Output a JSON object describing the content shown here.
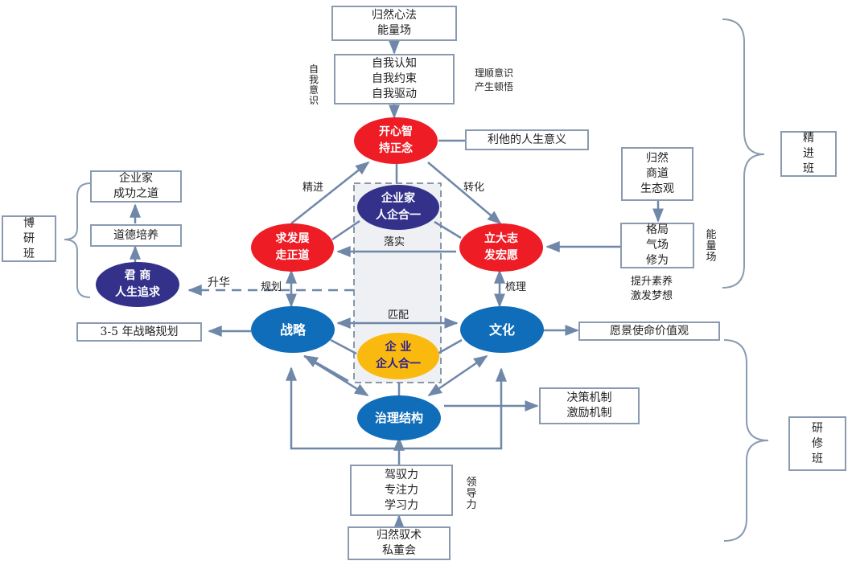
{
  "colors": {
    "red": "#ee1c25",
    "navy": "#33318a",
    "blue": "#0f6dba",
    "gold": "#f9b90f",
    "arrow": "#6f87a8",
    "box_border": "#8a9bb0"
  },
  "boxes": {
    "guiran_xinfa": "归然心法\n能量场",
    "self": "自我认知\n自我约束\n自我驱动",
    "altruism": "利他的人生意义",
    "entrepreneur_success": "企业家\n成功之道",
    "moral": "道德培养",
    "bo_yan_ban": "博\n研\n班",
    "guiran_shangdao": "归然\n商道\n生态观",
    "geju": "格局\n气场\n修为",
    "jing_jin_ban": "精\n进\n班",
    "strategy_plan": "3-5 年战略规划",
    "vision": "愿景使命价值观",
    "mechanism": "决策机制\n激励机制",
    "yan_xiu_ban": "研\n修\n班",
    "leadership": "驾驭力\n专注力\n学习力",
    "private_board": "归然驭术\n私董会"
  },
  "nodes": {
    "kaixinzhi": "开心智\n持正念",
    "entrepreneur_unity": "企业家\n人企合一",
    "qiufazhan": "求发展\n走正道",
    "lidazhi": "立大志\n发宏愿",
    "junshang": "君    商\n人生追求",
    "strategy": "战略",
    "culture": "文化",
    "enterprise_unity": "企  业\n企人合一",
    "governance": "治理结构"
  },
  "labels": {
    "self_awareness": "自\n我\n意\n识",
    "sort_awareness": "理顺意识\n产生顿悟",
    "jingjin": "精进",
    "zhuanhua": "转化",
    "luoshi": "落实",
    "shenghua": "升华",
    "guihua": "规划",
    "shuli": "梳理",
    "pipei": "匹配",
    "energy_field": "能\n量\n场",
    "improve": "提升素养\n激发梦想",
    "lingdaoli": "领\n导\n力"
  }
}
